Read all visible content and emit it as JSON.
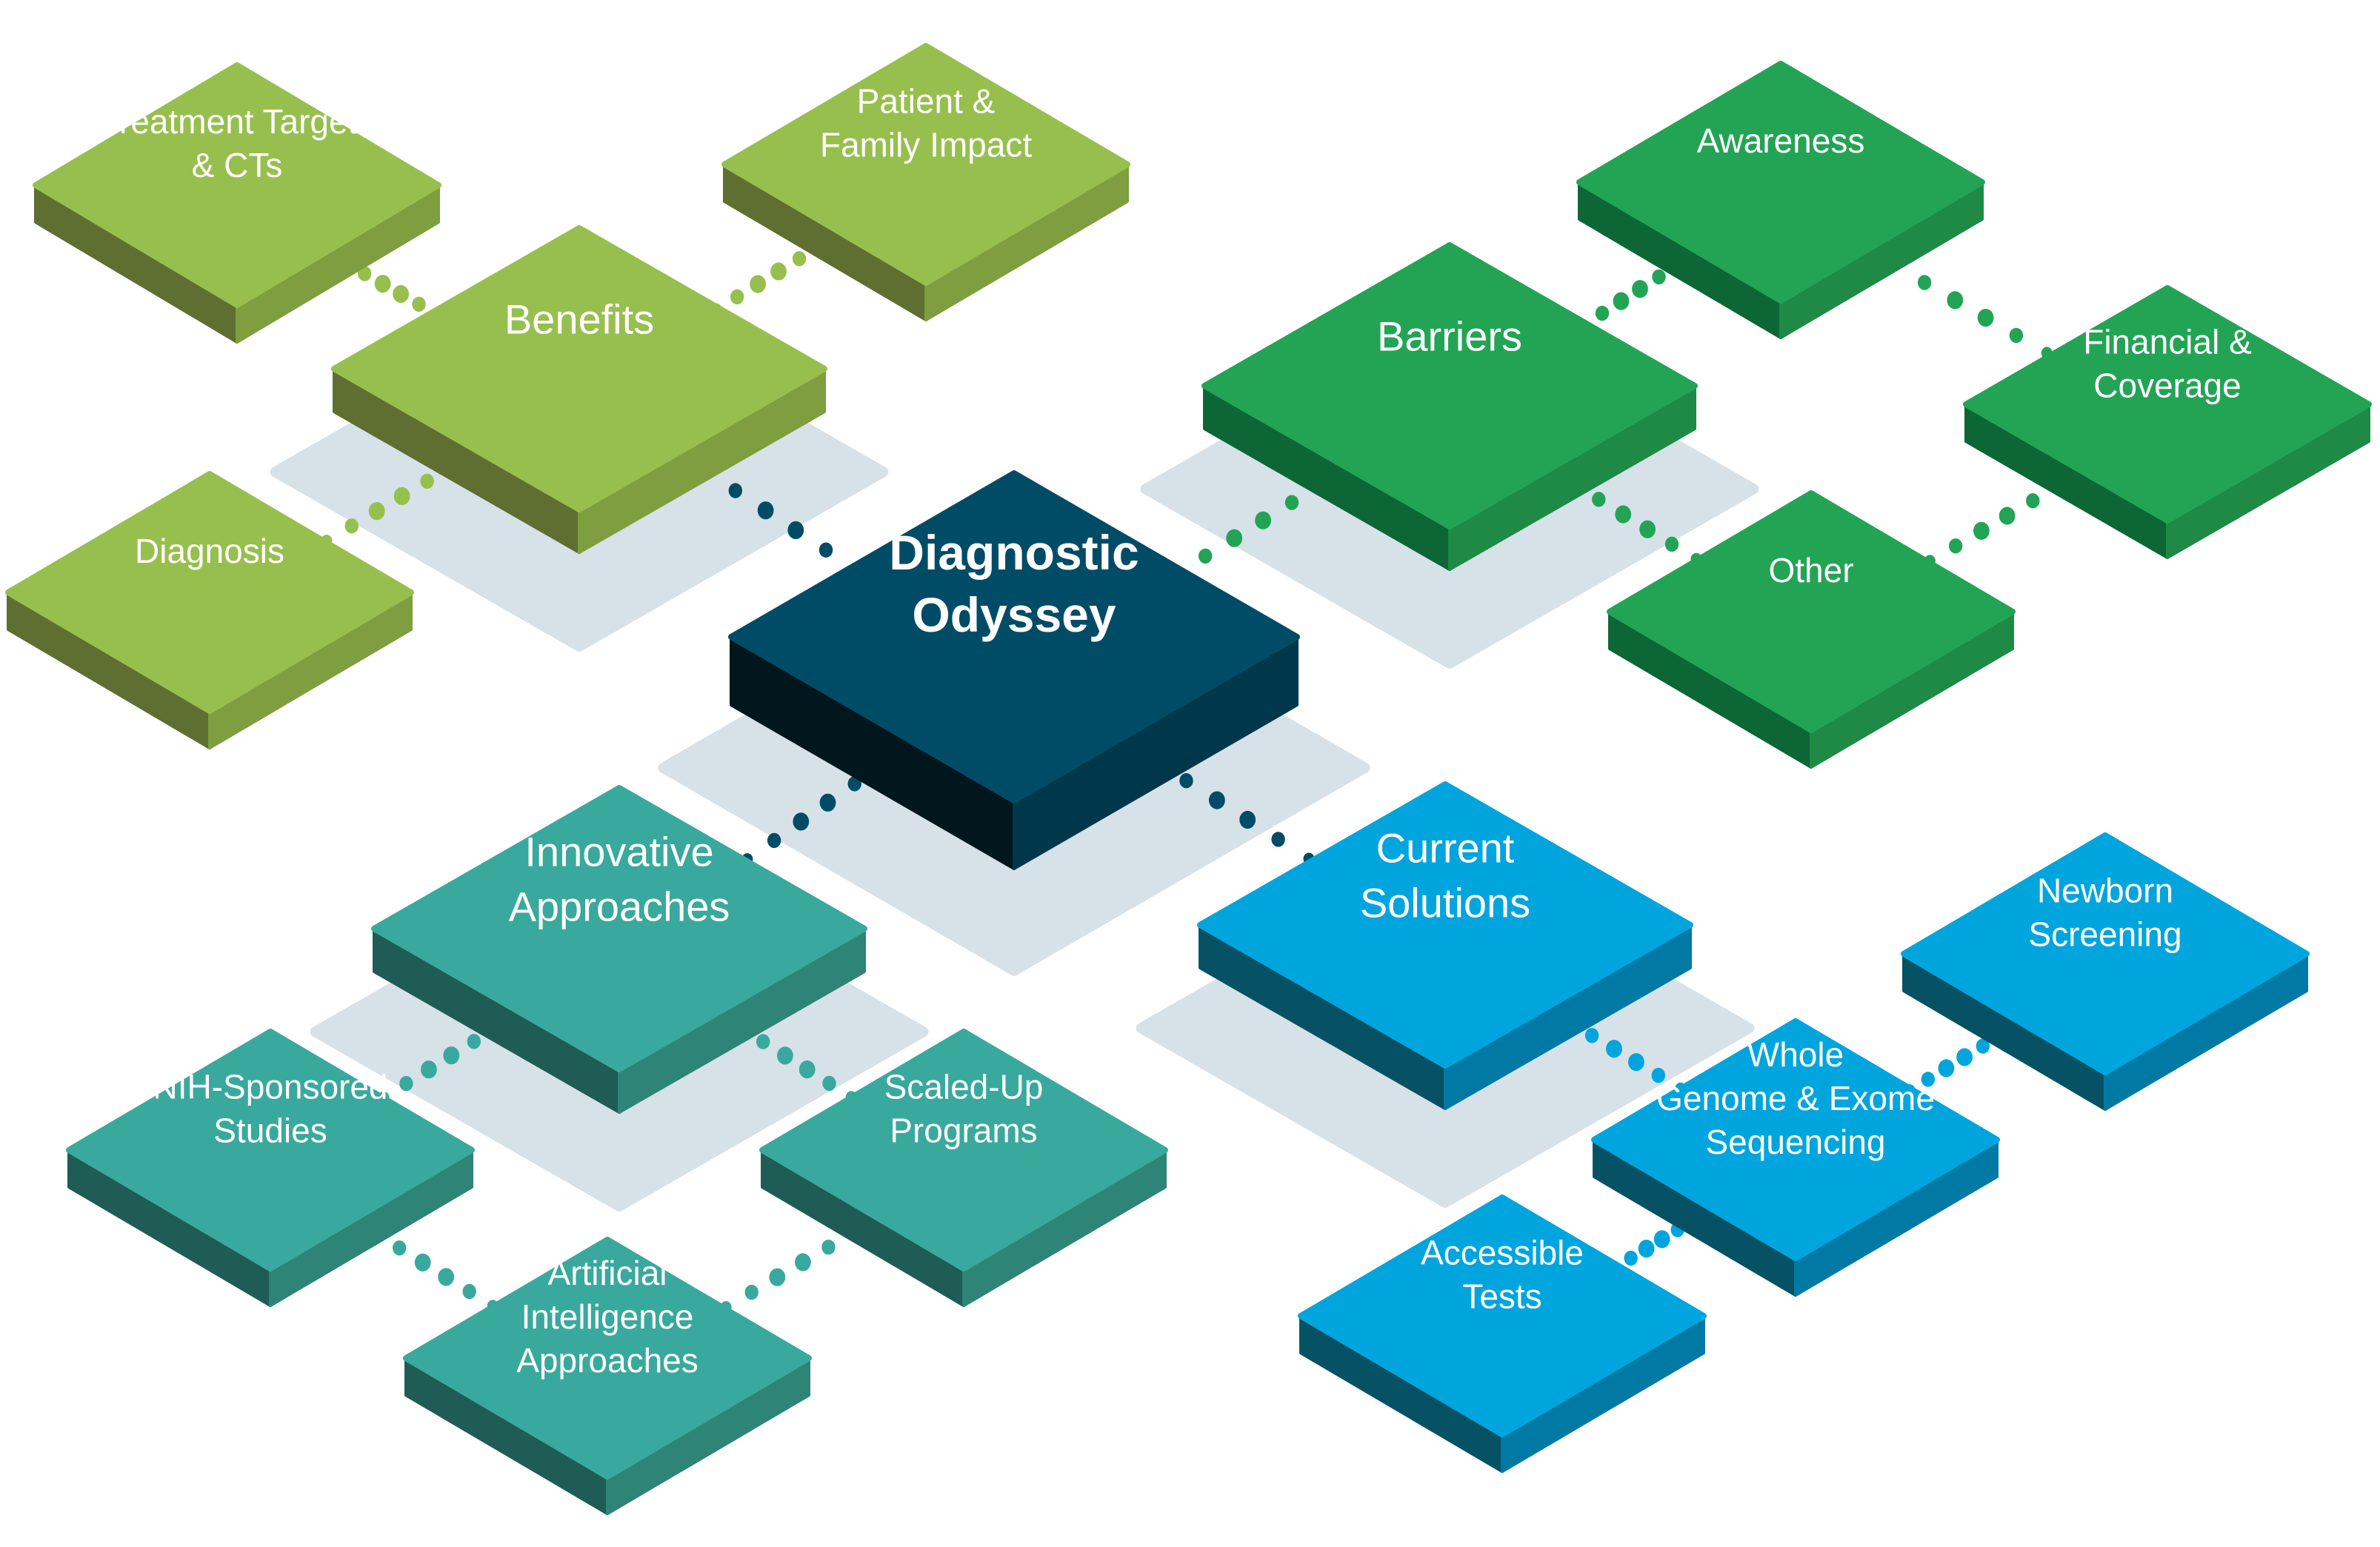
{
  "diagram": {
    "title": "Diagnostic Odyssey",
    "center": {
      "id": "hub",
      "label_lines": [
        "Diagnostic",
        "Odyssey"
      ],
      "color": {
        "top": "#004c66",
        "left": "#02161e",
        "right": "#00374b",
        "dots": "#004c66"
      }
    },
    "groups": [
      {
        "id": "benefits",
        "label_lines": [
          "Benefits"
        ],
        "color": {
          "top": "#97bf4e",
          "left": "#5f6e31",
          "right": "#7e9e3f",
          "dots": "#97bf4e"
        },
        "children": [
          {
            "id": "treatment",
            "label_lines": [
              "Treatment Targets",
              "& CTs"
            ]
          },
          {
            "id": "patient",
            "label_lines": [
              "Patient &",
              "Family Impact"
            ]
          },
          {
            "id": "diagnosis",
            "label_lines": [
              "Diagnosis"
            ]
          }
        ]
      },
      {
        "id": "barriers",
        "label_lines": [
          "Barriers"
        ],
        "color": {
          "top": "#23a455",
          "left": "#0c6636",
          "right": "#1e8a46",
          "dots": "#23a455"
        },
        "children": [
          {
            "id": "awareness",
            "label_lines": [
              "Awareness"
            ]
          },
          {
            "id": "financial",
            "label_lines": [
              "Financial &",
              "Coverage"
            ]
          },
          {
            "id": "other",
            "label_lines": [
              "Other"
            ]
          }
        ]
      },
      {
        "id": "innovative",
        "label_lines": [
          "Innovative",
          "Approaches"
        ],
        "color": {
          "top": "#39a99d",
          "left": "#1f5c55",
          "right": "#2e8476",
          "dots": "#39a99d"
        },
        "children": [
          {
            "id": "nih",
            "label_lines": [
              "NIH-Sponsored",
              "Studies"
            ]
          },
          {
            "id": "scaled",
            "label_lines": [
              "Scaled-Up",
              "Programs"
            ]
          },
          {
            "id": "ai",
            "label_lines": [
              "Artificial",
              "Intelligence",
              "Approaches"
            ]
          }
        ]
      },
      {
        "id": "current",
        "label_lines": [
          "Current",
          "Solutions"
        ],
        "color": {
          "top": "#00a5de",
          "left": "#065264",
          "right": "#007aa4",
          "dots": "#00a5de"
        },
        "children": [
          {
            "id": "newborn",
            "label_lines": [
              "Newborn",
              "Screening"
            ]
          },
          {
            "id": "wgs",
            "label_lines": [
              "Whole",
              "Genome & Exome",
              "Sequencing"
            ]
          },
          {
            "id": "accessible",
            "label_lines": [
              "Accessible",
              "Tests"
            ]
          }
        ]
      }
    ],
    "connections": [
      {
        "from": "hub",
        "to": "benefits",
        "color_from": "hub"
      },
      {
        "from": "hub",
        "to": "barriers",
        "color_from": "barriers"
      },
      {
        "from": "hub",
        "to": "innovative",
        "color_from": "hub"
      },
      {
        "from": "hub",
        "to": "current",
        "color_from": "hub"
      },
      {
        "from": "benefits",
        "to": "treatment",
        "color_from": "benefits"
      },
      {
        "from": "benefits",
        "to": "patient",
        "color_from": "benefits"
      },
      {
        "from": "benefits",
        "to": "diagnosis",
        "color_from": "benefits"
      },
      {
        "from": "barriers",
        "to": "awareness",
        "color_from": "barriers"
      },
      {
        "from": "awareness",
        "to": "financial",
        "color_from": "barriers"
      },
      {
        "from": "financial",
        "to": "other",
        "color_from": "barriers"
      },
      {
        "from": "barriers",
        "to": "other",
        "color_from": "barriers"
      },
      {
        "from": "innovative",
        "to": "nih",
        "color_from": "innovative"
      },
      {
        "from": "innovative",
        "to": "scaled",
        "color_from": "innovative"
      },
      {
        "from": "nih",
        "to": "ai",
        "color_from": "innovative"
      },
      {
        "from": "scaled",
        "to": "ai",
        "color_from": "innovative"
      },
      {
        "from": "current",
        "to": "wgs",
        "color_from": "current"
      },
      {
        "from": "wgs",
        "to": "newborn",
        "color_from": "current"
      },
      {
        "from": "wgs",
        "to": "accessible",
        "color_from": "current"
      }
    ],
    "shadow_color": "#d6e1e8"
  }
}
